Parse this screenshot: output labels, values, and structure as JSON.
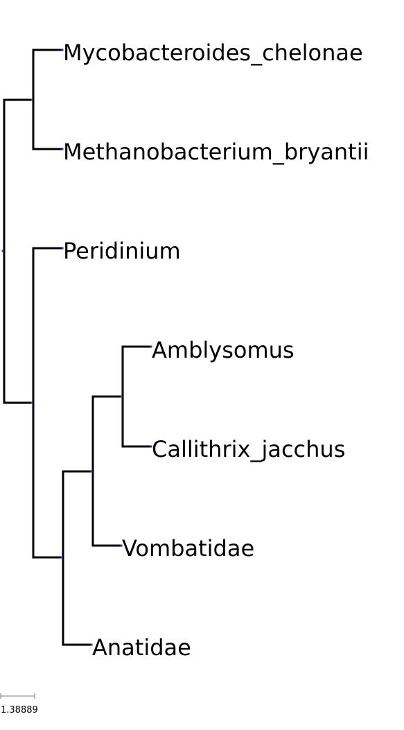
{
  "tree": {
    "leaves": [
      "Mycobacteroides_chelonae",
      "Methanobacterium_bryantii",
      "Peridinium",
      "Amblysomus",
      "Callithrix_jacchus",
      "Vombatidae",
      "Anatidae"
    ],
    "newick": "((Mycobacteroides_chelonae,Methanobacterium_bryantii),(Peridinium,(((Amblysomus,Callithrix_jacchus),Vombatidae),Anatidae)));",
    "branch_color": "#000000",
    "node_color": "#2b3fb5"
  },
  "scale": {
    "label": "1.38889"
  }
}
